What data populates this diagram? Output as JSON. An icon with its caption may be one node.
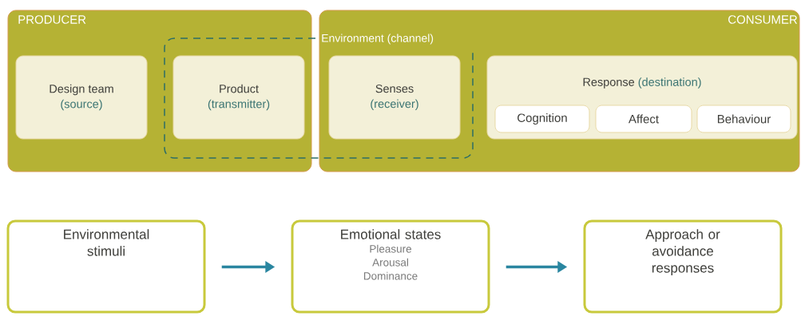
{
  "diagram": {
    "nodes": [
      {
        "text": [
          "PRODUCER"
        ]
      },
      {
        "text": [
          "CONSUMER"
        ]
      },
      {
        "text": [
          "Environment (channel)"
        ]
      },
      {
        "text": [
          "Design team",
          "(source)"
        ],
        "in": 0
      },
      {
        "text": [
          "Product",
          "(transmitter)"
        ]
      },
      {
        "text": [
          "Senses",
          "(receiver)"
        ]
      },
      {
        "text": [
          "Response",
          "(destination)"
        ],
        "in": 1
      },
      {
        "text": [
          "Cognition"
        ],
        "in": 6
      },
      {
        "text": [
          "Affect"
        ],
        "in": 6
      },
      {
        "text": [
          "Behaviour"
        ],
        "in": 6
      },
      {
        "text": [
          "Environmental stimuli"
        ]
      },
      {
        "text": [
          "Emotional states",
          "Pleasure",
          "Arousal",
          "Dominance"
        ]
      },
      {
        "text": [
          "Approach or avoidance responses"
        ]
      }
    ],
    "edges": [
      {
        "from": 10,
        "to": 11,
        "arrow": "to"
      },
      {
        "from": 11,
        "to": 12,
        "arrow": "to"
      }
    ]
  }
}
